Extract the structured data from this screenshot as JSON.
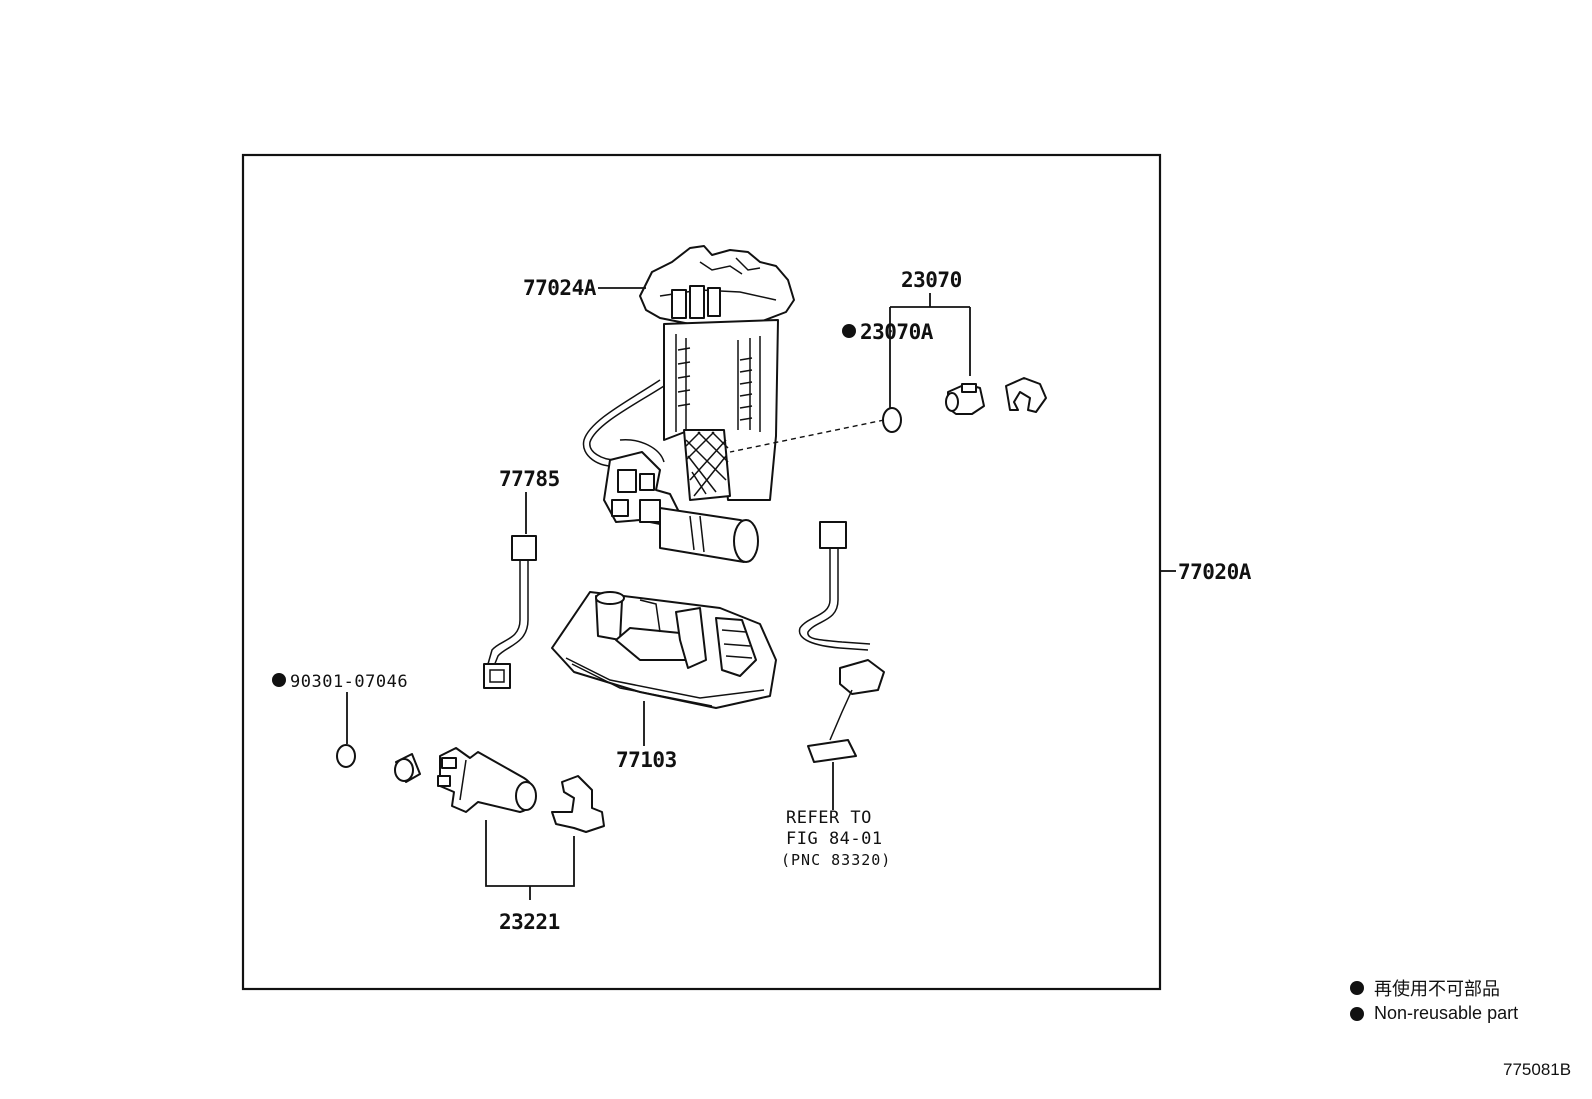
{
  "diagram": {
    "labels": {
      "p77024a": "77024A",
      "p23070": "23070",
      "p23070a": "23070A",
      "p77785": "77785",
      "p77020a": "77020A",
      "p90301": "90301-07046",
      "p77103": "77103",
      "p23221": "23221"
    },
    "refer": {
      "line1": "REFER TO",
      "line2": "FIG 84-01",
      "line3": "(PNC 83320)"
    },
    "non_reusable_marker": "●"
  },
  "legend": {
    "jp": "再使用不可部品",
    "en": "Non-reusable part"
  },
  "figure_number": "775081B"
}
